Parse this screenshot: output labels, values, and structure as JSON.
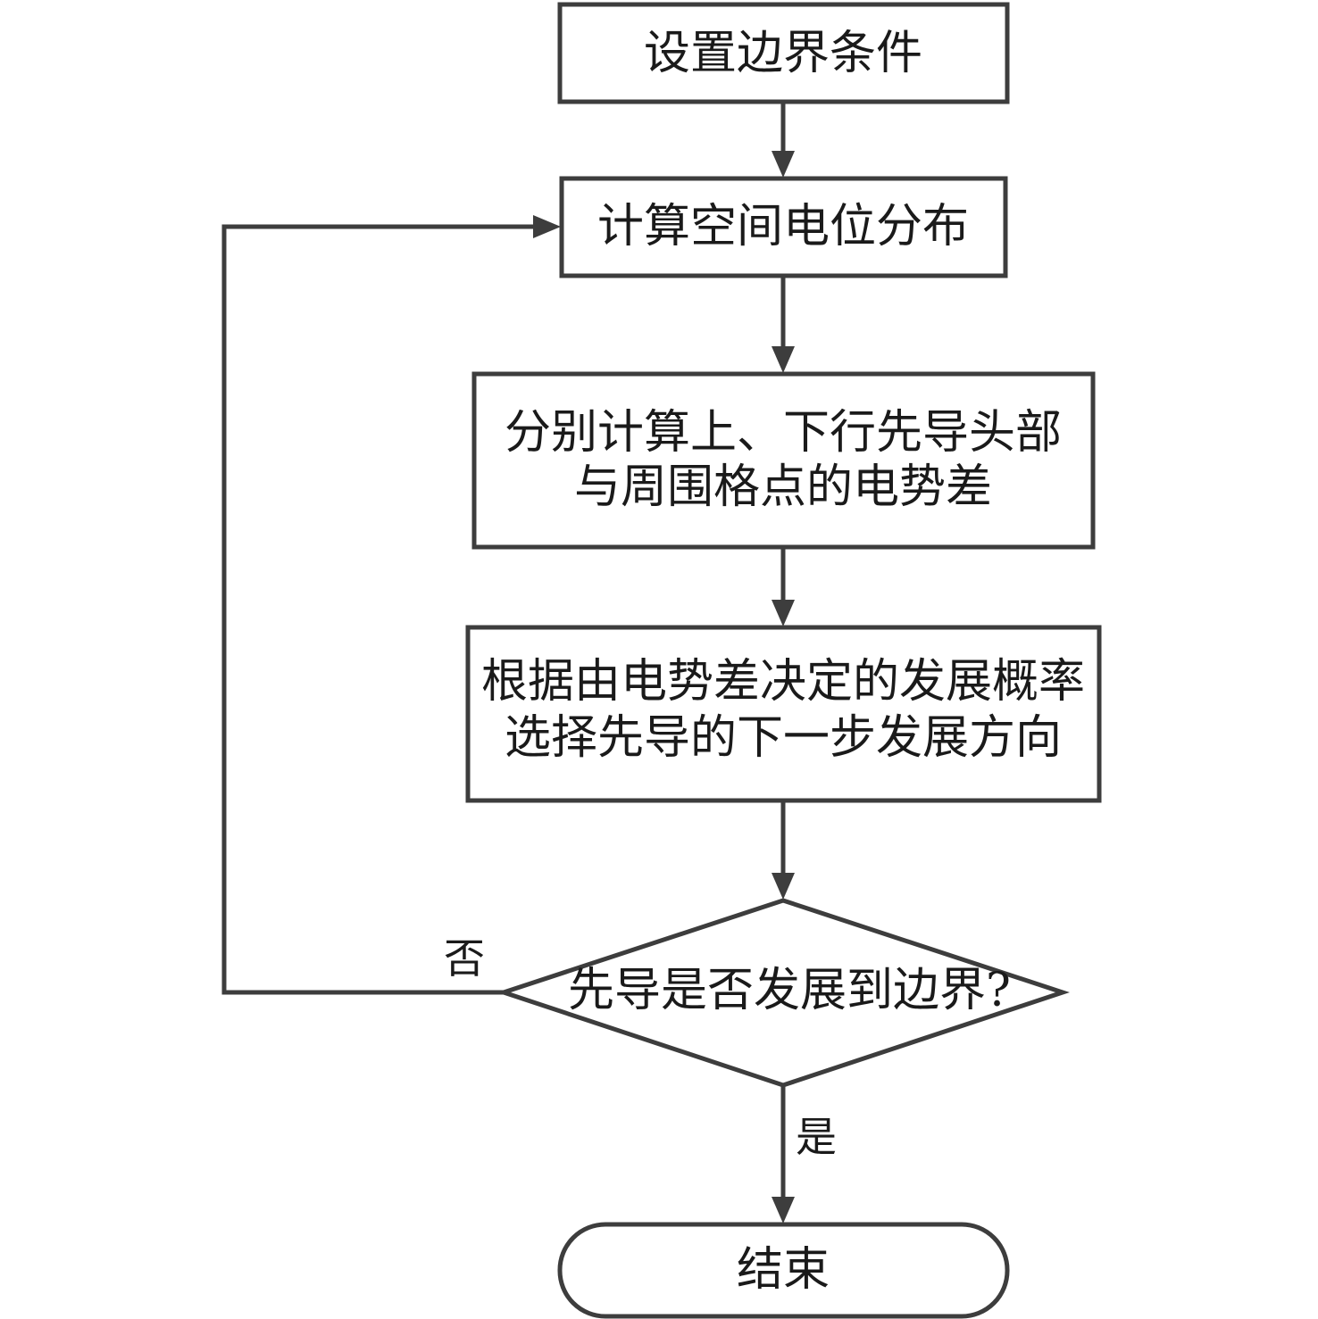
{
  "nodes": {
    "set_boundary": {
      "lines": [
        "设置边界条件"
      ]
    },
    "calc_potential": {
      "lines": [
        "计算空间电位分布"
      ]
    },
    "calc_difference": {
      "lines": [
        "分别计算上、下行先导头部",
        "与周围格点的电势差"
      ]
    },
    "choose_direction": {
      "lines": [
        "根据由电势差决定的发展概率",
        "选择先导的下一步发展方向"
      ]
    },
    "decision": {
      "lines": [
        "先导是否发展到边界?"
      ]
    },
    "end": {
      "lines": [
        "结束"
      ]
    }
  },
  "edge_labels": {
    "no": "否",
    "yes": "是"
  },
  "colors": {
    "stroke": "#3d3d3d",
    "text": "#1a1a1a",
    "background": "#ffffff"
  }
}
